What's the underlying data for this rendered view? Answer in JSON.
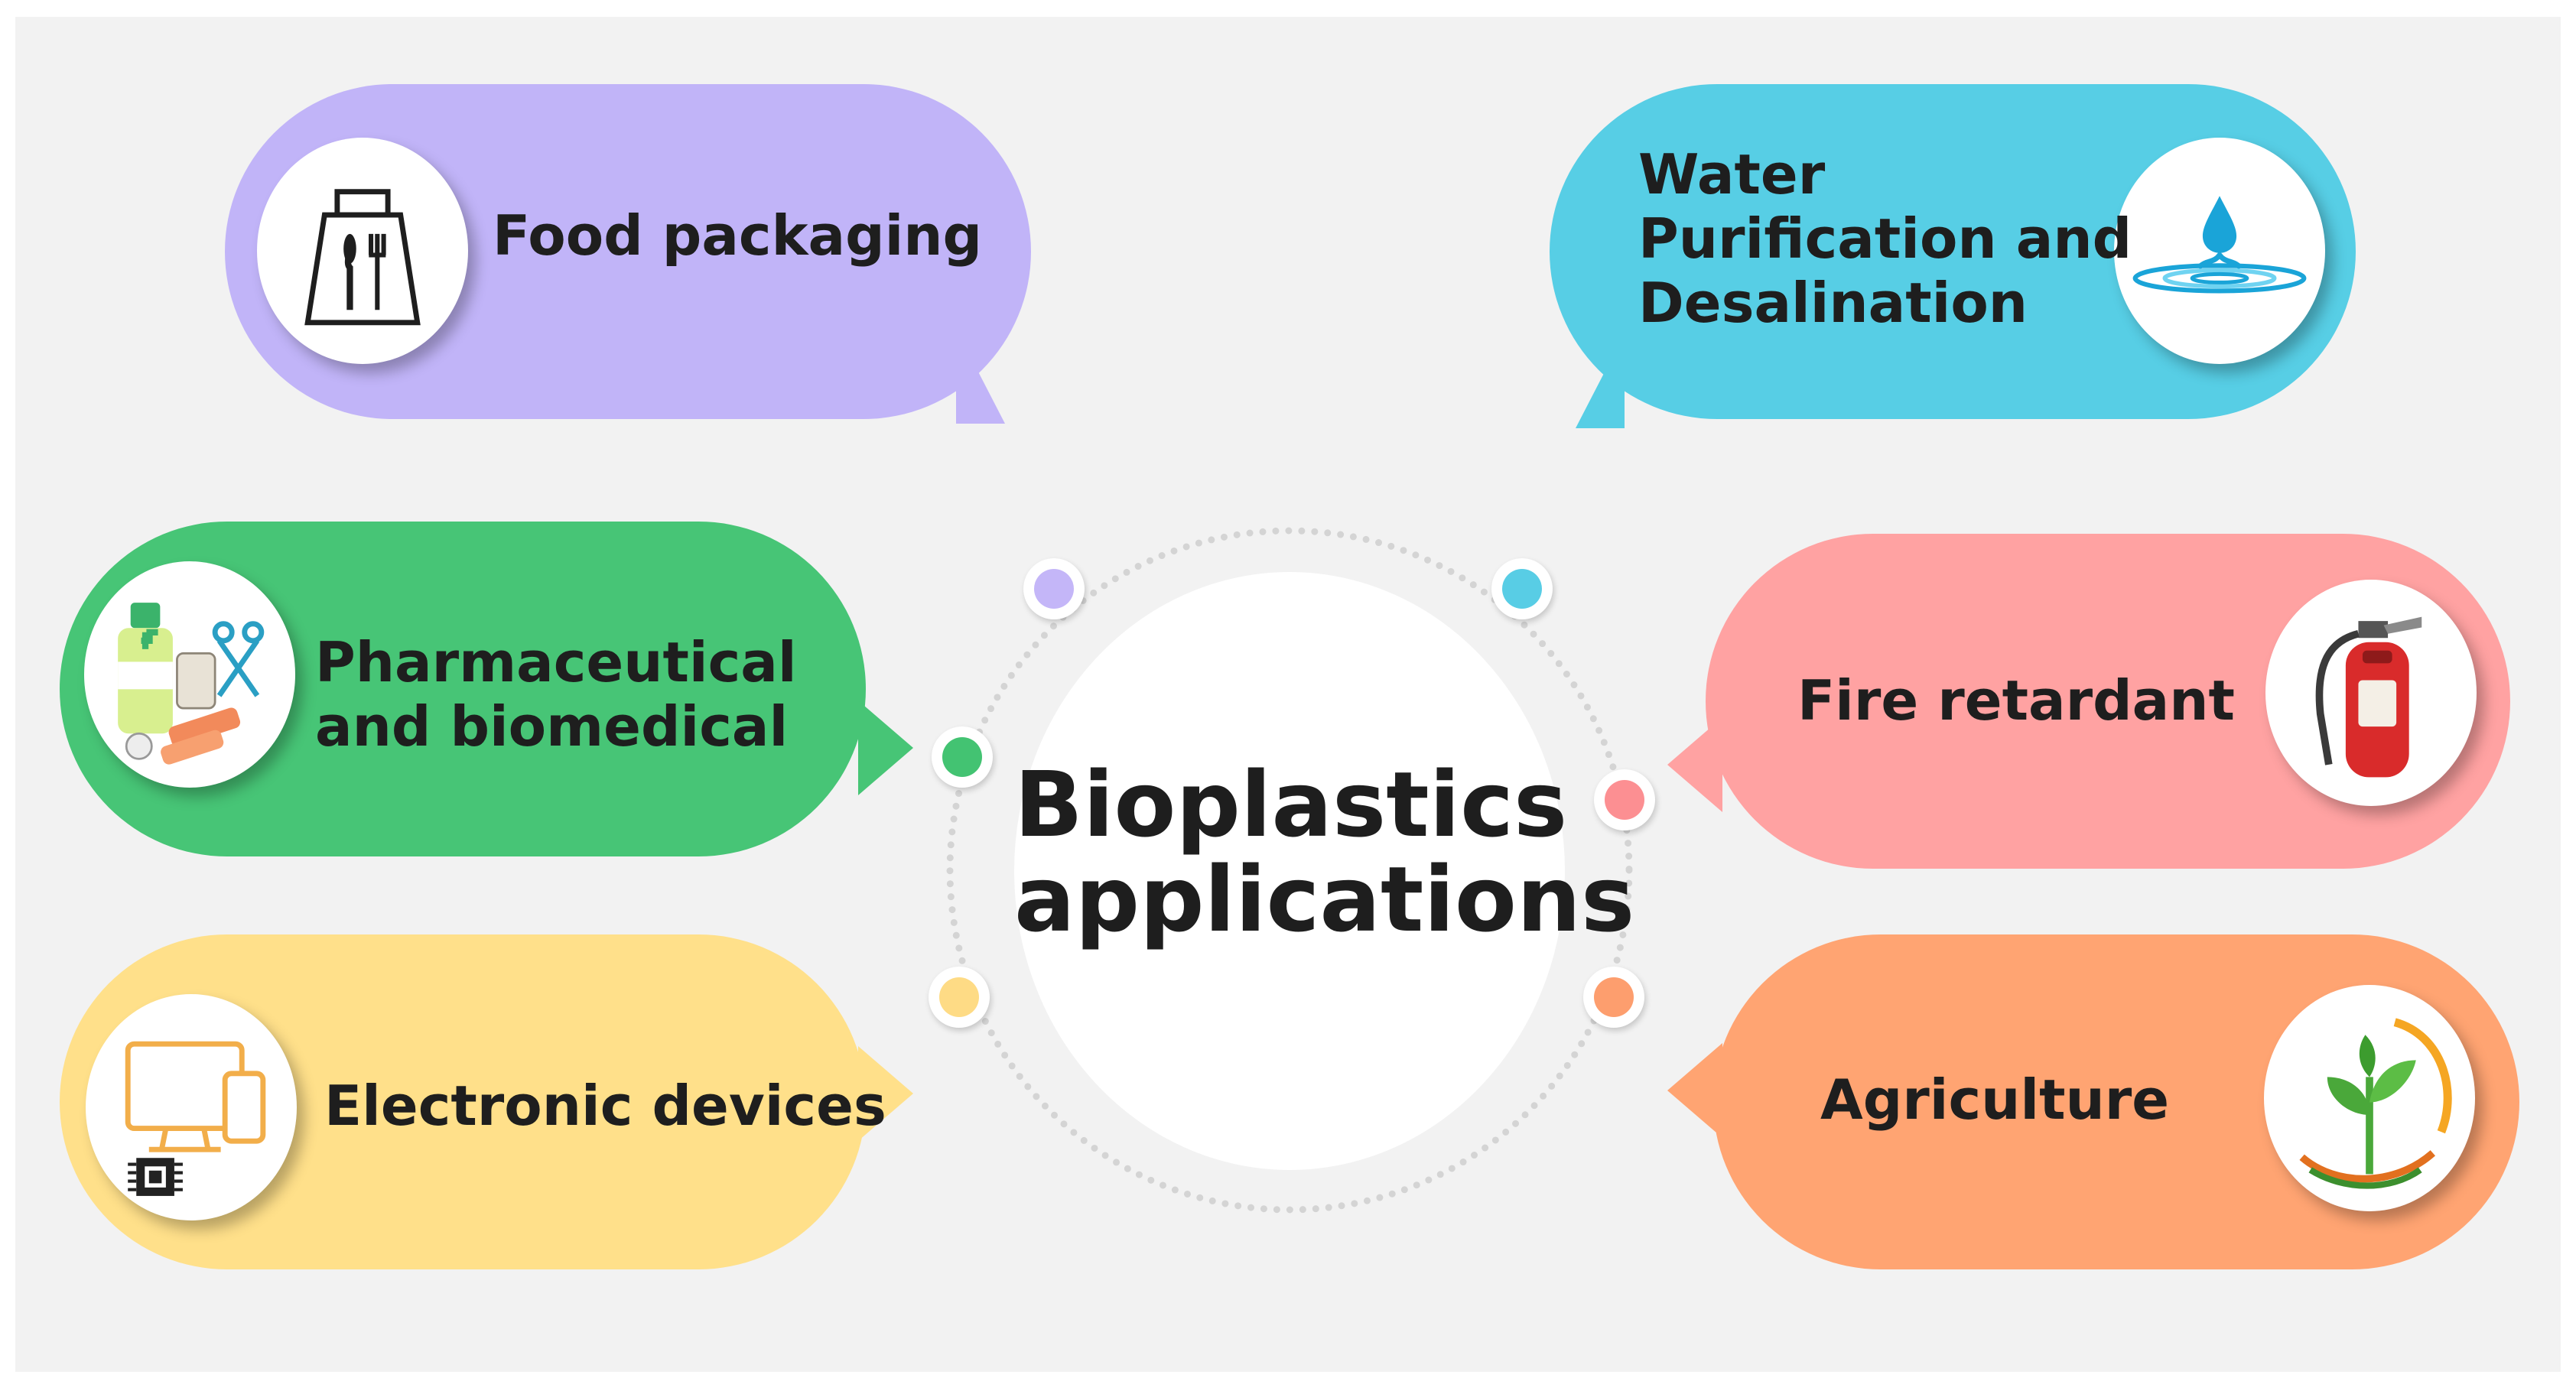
{
  "center": {
    "title": "Bioplastics\napplications"
  },
  "applications": [
    {
      "label": "Food packaging",
      "color": "#c1b4f8",
      "icon": "shopping-bag-cutlery-icon"
    },
    {
      "label": "Water\nPurification and\nDesalination",
      "color": "#57cee5",
      "icon": "water-drop-icon"
    },
    {
      "label": "Pharmaceutical\nand biomedical",
      "color": "#47c576",
      "icon": "medical-supplies-icon"
    },
    {
      "label": "Fire retardant",
      "color": "#ffa2a2",
      "icon": "fire-extinguisher-icon"
    },
    {
      "label": "Electronic devices",
      "color": "#ffe08a",
      "icon": "computer-devices-icon"
    },
    {
      "label": "Agriculture",
      "color": "#ffa472",
      "icon": "plant-sprout-icon"
    }
  ],
  "dot_colors": {
    "food": "#c4b6f8",
    "water": "#58cde5",
    "pharma": "#43c372",
    "fire": "#fc8f92",
    "electronic": "#fedb85",
    "agriculture": "#fd9e6e"
  }
}
